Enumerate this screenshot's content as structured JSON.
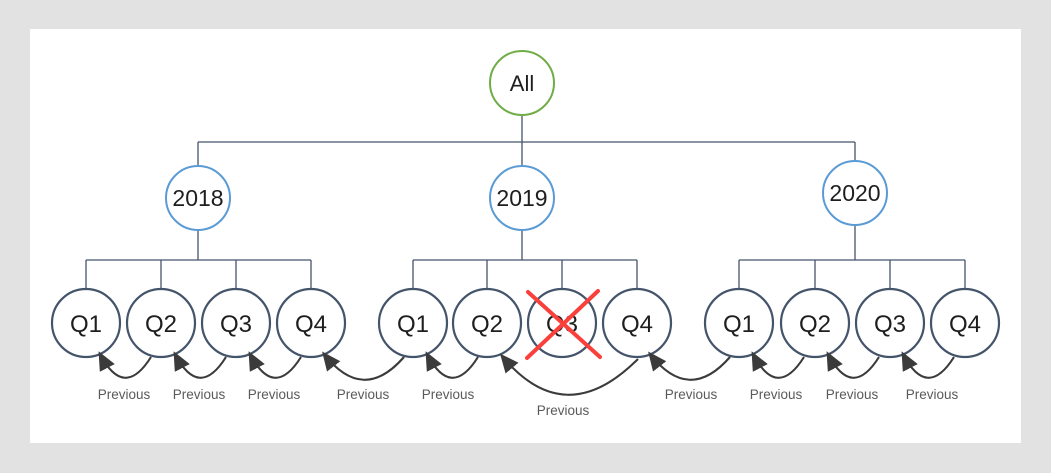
{
  "colors": {
    "background": "#E2E2E2",
    "panel": "#FFFFFF",
    "root_stroke": "#70AD47",
    "year_stroke": "#5B9BD5",
    "quarter_stroke": "#44546A",
    "connector": "#44546A",
    "arrow": "#3B3B3B",
    "cross": "#FA403B",
    "node_text": "#1E1E1E",
    "previous_text": "#5A5A5A"
  },
  "tree": {
    "root": {
      "label": "All"
    },
    "years": [
      {
        "label": "2018",
        "quarters": [
          "Q1",
          "Q2",
          "Q3",
          "Q4"
        ]
      },
      {
        "label": "2019",
        "quarters": [
          "Q1",
          "Q2",
          "Q3",
          "Q4"
        ],
        "crossed_out_quarter": "Q3"
      },
      {
        "label": "2020",
        "quarters": [
          "Q1",
          "Q2",
          "Q3",
          "Q4"
        ]
      }
    ]
  },
  "arrows": [
    {
      "label": "Previous",
      "from": "2018 Q2",
      "to": "2018 Q1"
    },
    {
      "label": "Previous",
      "from": "2018 Q3",
      "to": "2018 Q2"
    },
    {
      "label": "Previous",
      "from": "2018 Q4",
      "to": "2018 Q3"
    },
    {
      "label": "Previous",
      "from": "2019 Q1",
      "to": "2018 Q4"
    },
    {
      "label": "Previous",
      "from": "2019 Q2",
      "to": "2019 Q1"
    },
    {
      "label": "Previous",
      "from": "2019 Q4",
      "to": "2019 Q2"
    },
    {
      "label": "Previous",
      "from": "2020 Q1",
      "to": "2019 Q4"
    },
    {
      "label": "Previous",
      "from": "2020 Q2",
      "to": "2020 Q1"
    },
    {
      "label": "Previous",
      "from": "2020 Q3",
      "to": "2020 Q2"
    },
    {
      "label": "Previous",
      "from": "2020 Q4",
      "to": "2020 Q3"
    }
  ]
}
